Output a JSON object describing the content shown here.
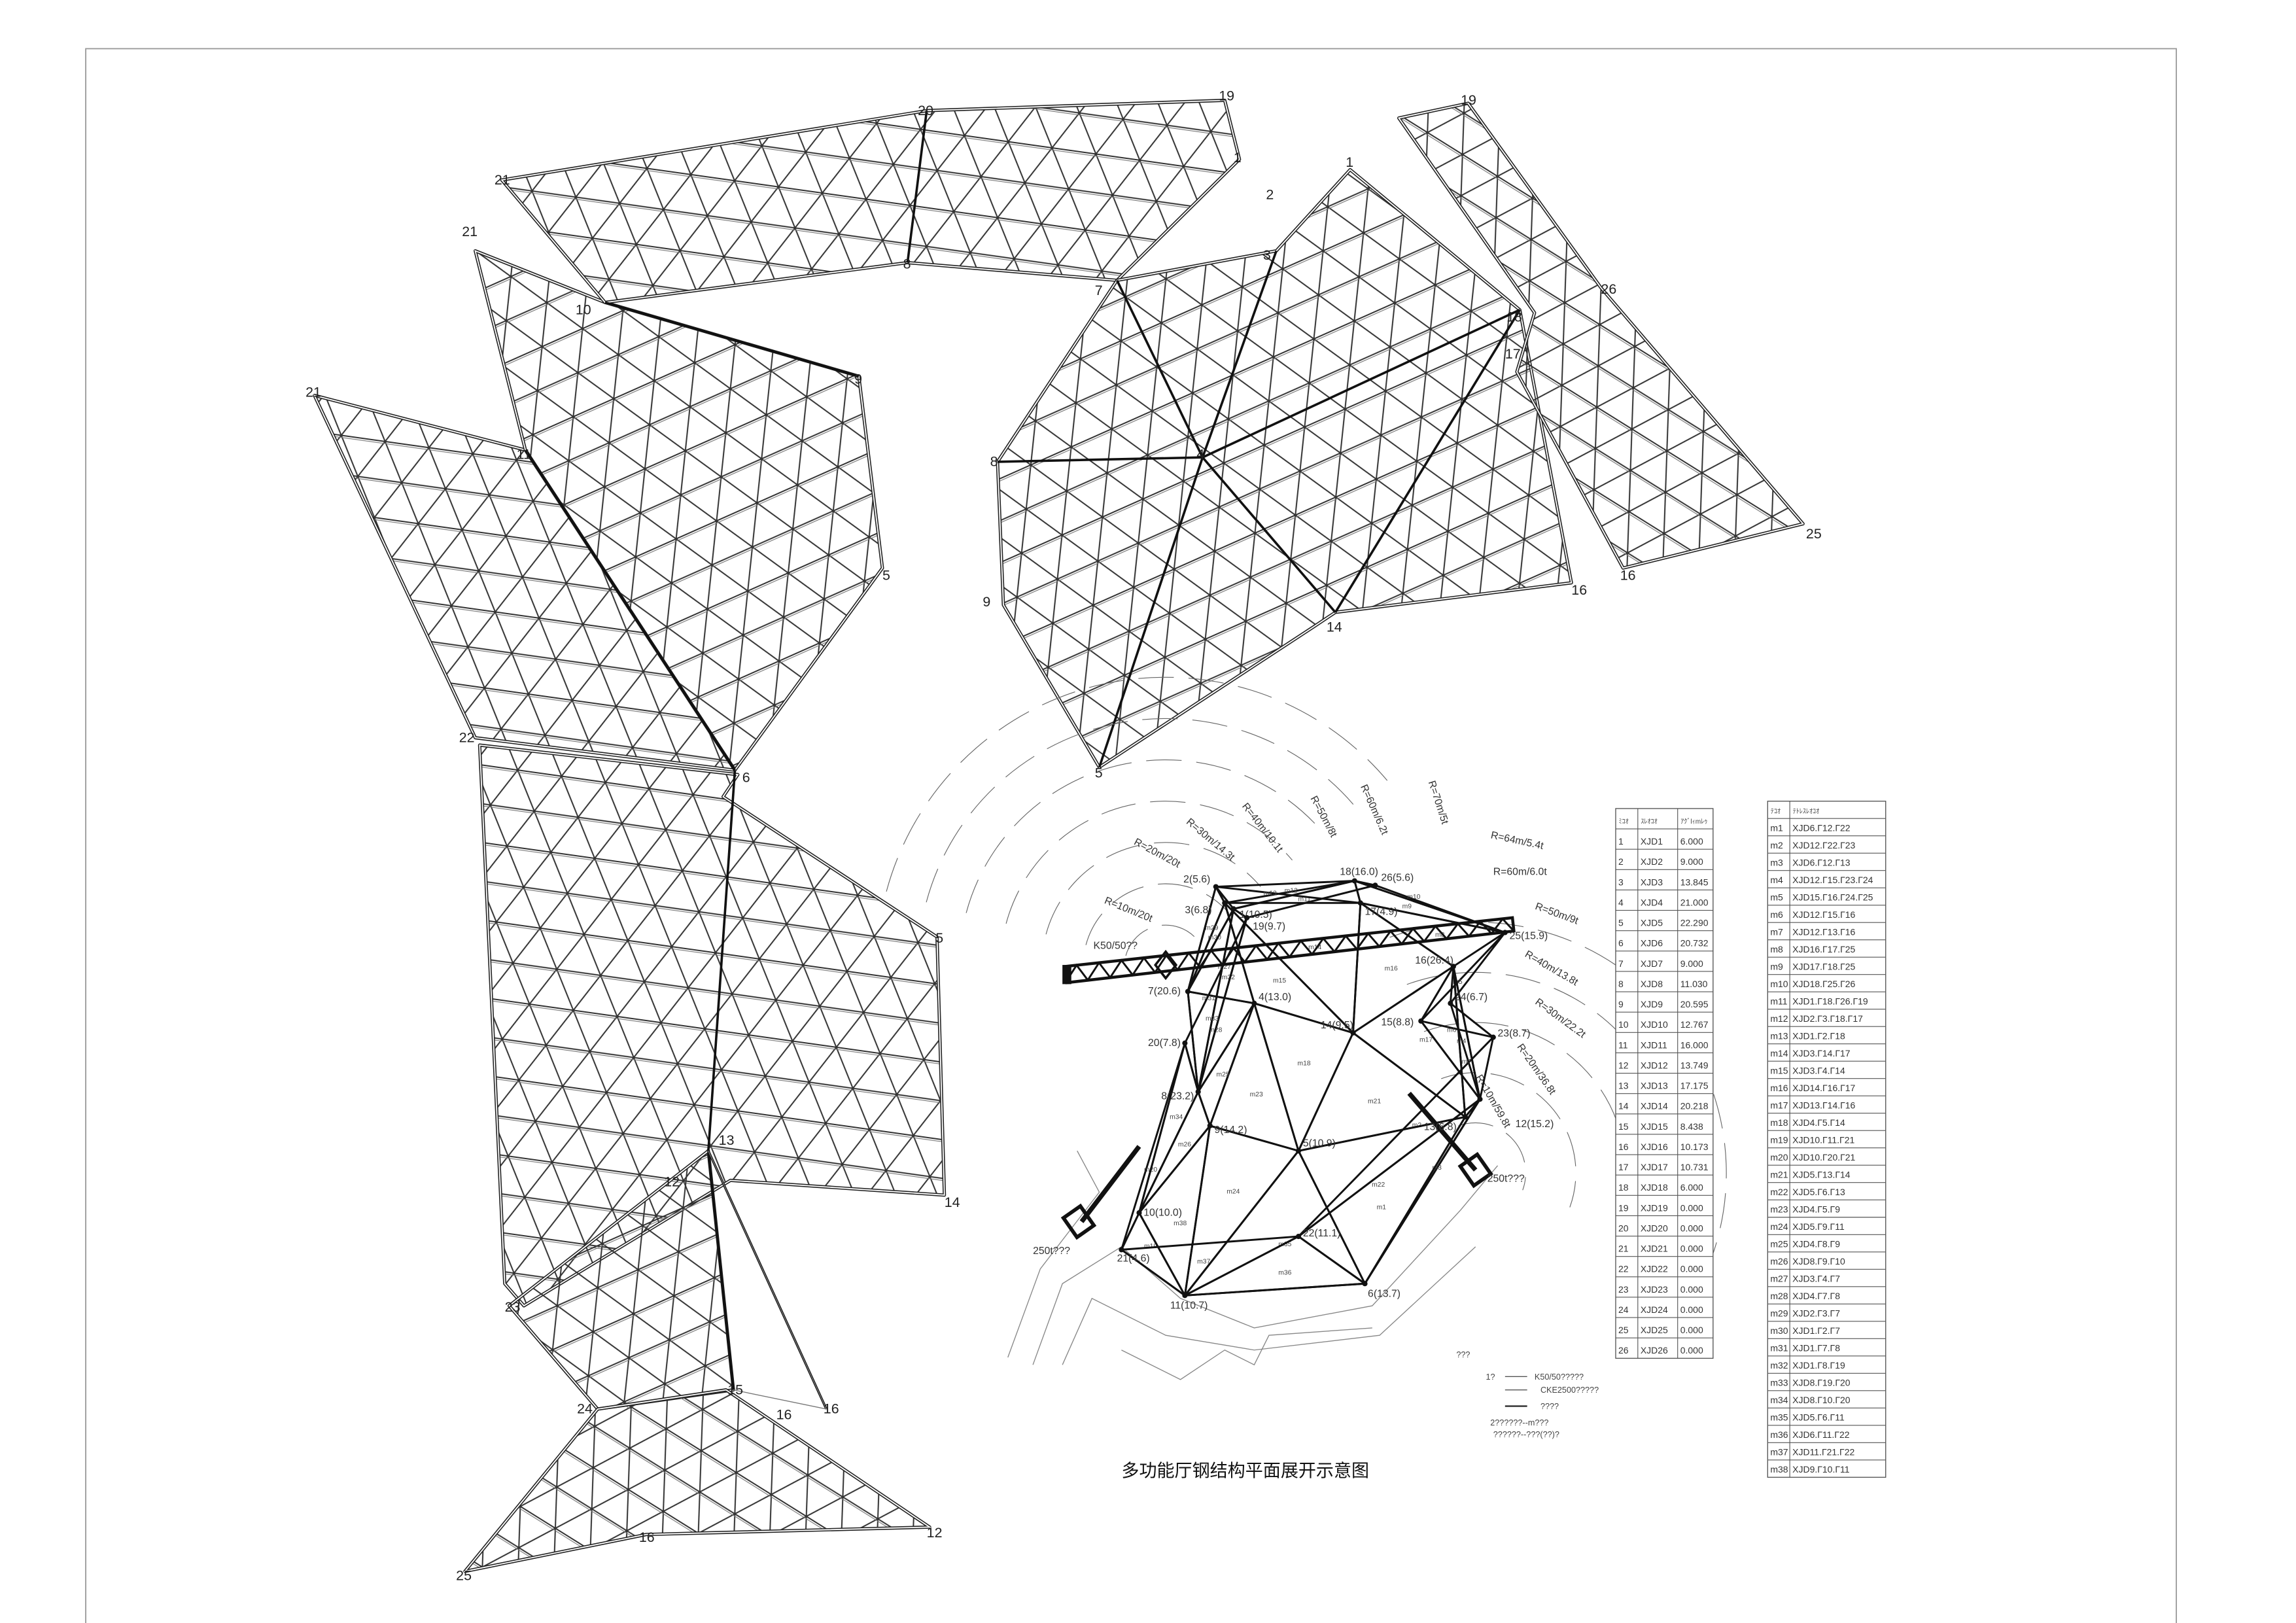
{
  "title": "多功能厅钢结构平面展开示意图",
  "plan_labels": [
    "21",
    "20",
    "19",
    "1",
    "2",
    "3",
    "8",
    "7",
    "21",
    "10",
    "9",
    "21",
    "11",
    "5",
    "22",
    "6",
    "5",
    "13",
    "12",
    "14",
    "23",
    "24",
    "15",
    "16",
    "16",
    "16",
    "12",
    "25",
    "1",
    "19",
    "18",
    "26",
    "17",
    "4",
    "8",
    "9",
    "5",
    "14",
    "16",
    "16",
    "25"
  ],
  "crane_plan": {
    "nodes": [
      {
        "id": 1,
        "label": "1(10.5)"
      },
      {
        "id": 2,
        "label": "2(5.6)"
      },
      {
        "id": 3,
        "label": "3(6.8)"
      },
      {
        "id": 4,
        "label": "4(13.0)"
      },
      {
        "id": 5,
        "label": "5(10.9)"
      },
      {
        "id": 6,
        "label": "6(13.7)"
      },
      {
        "id": 7,
        "label": "7(20.6)"
      },
      {
        "id": 8,
        "label": "8(23.2)"
      },
      {
        "id": 9,
        "label": "9(14.2)"
      },
      {
        "id": 10,
        "label": "10(10.0)"
      },
      {
        "id": 11,
        "label": "11(10.7)"
      },
      {
        "id": 12,
        "label": "12(15.2)"
      },
      {
        "id": 13,
        "label": "13(6.8)"
      },
      {
        "id": 14,
        "label": "14(9.5)"
      },
      {
        "id": 15,
        "label": "15(8.8)"
      },
      {
        "id": 16,
        "label": "16(26.4)"
      },
      {
        "id": 17,
        "label": "17(4.9)"
      },
      {
        "id": 18,
        "label": "18(16.0)"
      },
      {
        "id": 19,
        "label": "19(9.7)"
      },
      {
        "id": 20,
        "label": "20(7.8)"
      },
      {
        "id": 21,
        "label": "21(4.6)"
      },
      {
        "id": 22,
        "label": "22(11.1)"
      },
      {
        "id": 23,
        "label": "23(8.7)"
      },
      {
        "id": 24,
        "label": "24(6.7)"
      },
      {
        "id": 25,
        "label": "25(15.9)"
      },
      {
        "id": 26,
        "label": "26(5.6)"
      }
    ],
    "radius_labels": [
      "R=10m/20t",
      "R=20m/20t",
      "R=30m/14.3t",
      "R=40m/10.1t",
      "R=50m/8t",
      "R=60m/6.2t",
      "R=70m/5t",
      "R=64m/5.4t",
      "R=60m/6.0t",
      "R=50m/9t",
      "R=40m/13.8t",
      "R=30m/22.2t",
      "R=20m/36.8t",
      "R=10m/59.8t"
    ],
    "tower_crane_label": "K50/50??",
    "crawler_crane_labels": [
      "250t???",
      "250t???"
    ]
  },
  "node_table": {
    "headers": [
      "ﾐｺｵ",
      "ｽﾚｵｺｵ",
      "ｱｸﾞlｨmﾚｩ"
    ],
    "rows": [
      [
        "1",
        "XJD1",
        "6.000"
      ],
      [
        "2",
        "XJD2",
        "9.000"
      ],
      [
        "3",
        "XJD3",
        "13.845"
      ],
      [
        "4",
        "XJD4",
        "21.000"
      ],
      [
        "5",
        "XJD5",
        "22.290"
      ],
      [
        "6",
        "XJD6",
        "20.732"
      ],
      [
        "7",
        "XJD7",
        "9.000"
      ],
      [
        "8",
        "XJD8",
        "11.030"
      ],
      [
        "9",
        "XJD9",
        "20.595"
      ],
      [
        "10",
        "XJD10",
        "12.767"
      ],
      [
        "11",
        "XJD11",
        "16.000"
      ],
      [
        "12",
        "XJD12",
        "13.749"
      ],
      [
        "13",
        "XJD13",
        "17.175"
      ],
      [
        "14",
        "XJD14",
        "20.218"
      ],
      [
        "15",
        "XJD15",
        "8.438"
      ],
      [
        "16",
        "XJD16",
        "10.173"
      ],
      [
        "17",
        "XJD17",
        "10.731"
      ],
      [
        "18",
        "XJD18",
        "6.000"
      ],
      [
        "19",
        "XJD19",
        "0.000"
      ],
      [
        "20",
        "XJD20",
        "0.000"
      ],
      [
        "21",
        "XJD21",
        "0.000"
      ],
      [
        "22",
        "XJD22",
        "0.000"
      ],
      [
        "23",
        "XJD23",
        "0.000"
      ],
      [
        "24",
        "XJD24",
        "0.000"
      ],
      [
        "25",
        "XJD25",
        "0.000"
      ],
      [
        "26",
        "XJD26",
        "0.000"
      ]
    ]
  },
  "member_table": {
    "headers": [
      "ﾃｺｵ",
      "ﾃﾄﾚｽﾚｵｺｵ"
    ],
    "rows": [
      [
        "m1",
        "XJD6.Γ12.Γ22"
      ],
      [
        "m2",
        "XJD12.Γ22.Γ23"
      ],
      [
        "m3",
        "XJD6.Γ12.Γ13"
      ],
      [
        "m4",
        "XJD12.Γ15.Γ23.Γ24"
      ],
      [
        "m5",
        "XJD15.Γ16.Γ24.Γ25"
      ],
      [
        "m6",
        "XJD12.Γ15.Γ16"
      ],
      [
        "m7",
        "XJD12.Γ13.Γ16"
      ],
      [
        "m8",
        "XJD16.Γ17.Γ25"
      ],
      [
        "m9",
        "XJD17.Γ18.Γ25"
      ],
      [
        "m10",
        "XJD18.Γ25.Γ26"
      ],
      [
        "m11",
        "XJD1.Γ18.Γ26.Γ19"
      ],
      [
        "m12",
        "XJD2.Γ3.Γ18.Γ17"
      ],
      [
        "m13",
        "XJD1.Γ2.Γ18"
      ],
      [
        "m14",
        "XJD3.Γ14.Γ17"
      ],
      [
        "m15",
        "XJD3.Γ4.Γ14"
      ],
      [
        "m16",
        "XJD14.Γ16.Γ17"
      ],
      [
        "m17",
        "XJD13.Γ14.Γ16"
      ],
      [
        "m18",
        "XJD4.Γ5.Γ14"
      ],
      [
        "m19",
        "XJD10.Γ11.Γ21"
      ],
      [
        "m20",
        "XJD10.Γ20.Γ21"
      ],
      [
        "m21",
        "XJD5.Γ13.Γ14"
      ],
      [
        "m22",
        "XJD5.Γ6.Γ13"
      ],
      [
        "m23",
        "XJD4.Γ5.Γ9"
      ],
      [
        "m24",
        "XJD5.Γ9.Γ11"
      ],
      [
        "m25",
        "XJD4.Γ8.Γ9"
      ],
      [
        "m26",
        "XJD8.Γ9.Γ10"
      ],
      [
        "m27",
        "XJD3.Γ4.Γ7"
      ],
      [
        "m28",
        "XJD4.Γ7.Γ8"
      ],
      [
        "m29",
        "XJD2.Γ3.Γ7"
      ],
      [
        "m30",
        "XJD1.Γ2.Γ7"
      ],
      [
        "m31",
        "XJD1.Γ7.Γ8"
      ],
      [
        "m32",
        "XJD1.Γ8.Γ19"
      ],
      [
        "m33",
        "XJD8.Γ19.Γ20"
      ],
      [
        "m34",
        "XJD8.Γ10.Γ20"
      ],
      [
        "m35",
        "XJD5.Γ6.Γ11"
      ],
      [
        "m36",
        "XJD6.Γ11.Γ22"
      ],
      [
        "m37",
        "XJD11.Γ21.Γ22"
      ],
      [
        "m38",
        "XJD9.Γ10.Γ11"
      ]
    ]
  },
  "legend": {
    "heading": "???",
    "lines": [
      "1?",
      "K50/50?????",
      "CKE2500?????",
      "????",
      "2??????--m???",
      "??????--???(??)?"
    ]
  }
}
